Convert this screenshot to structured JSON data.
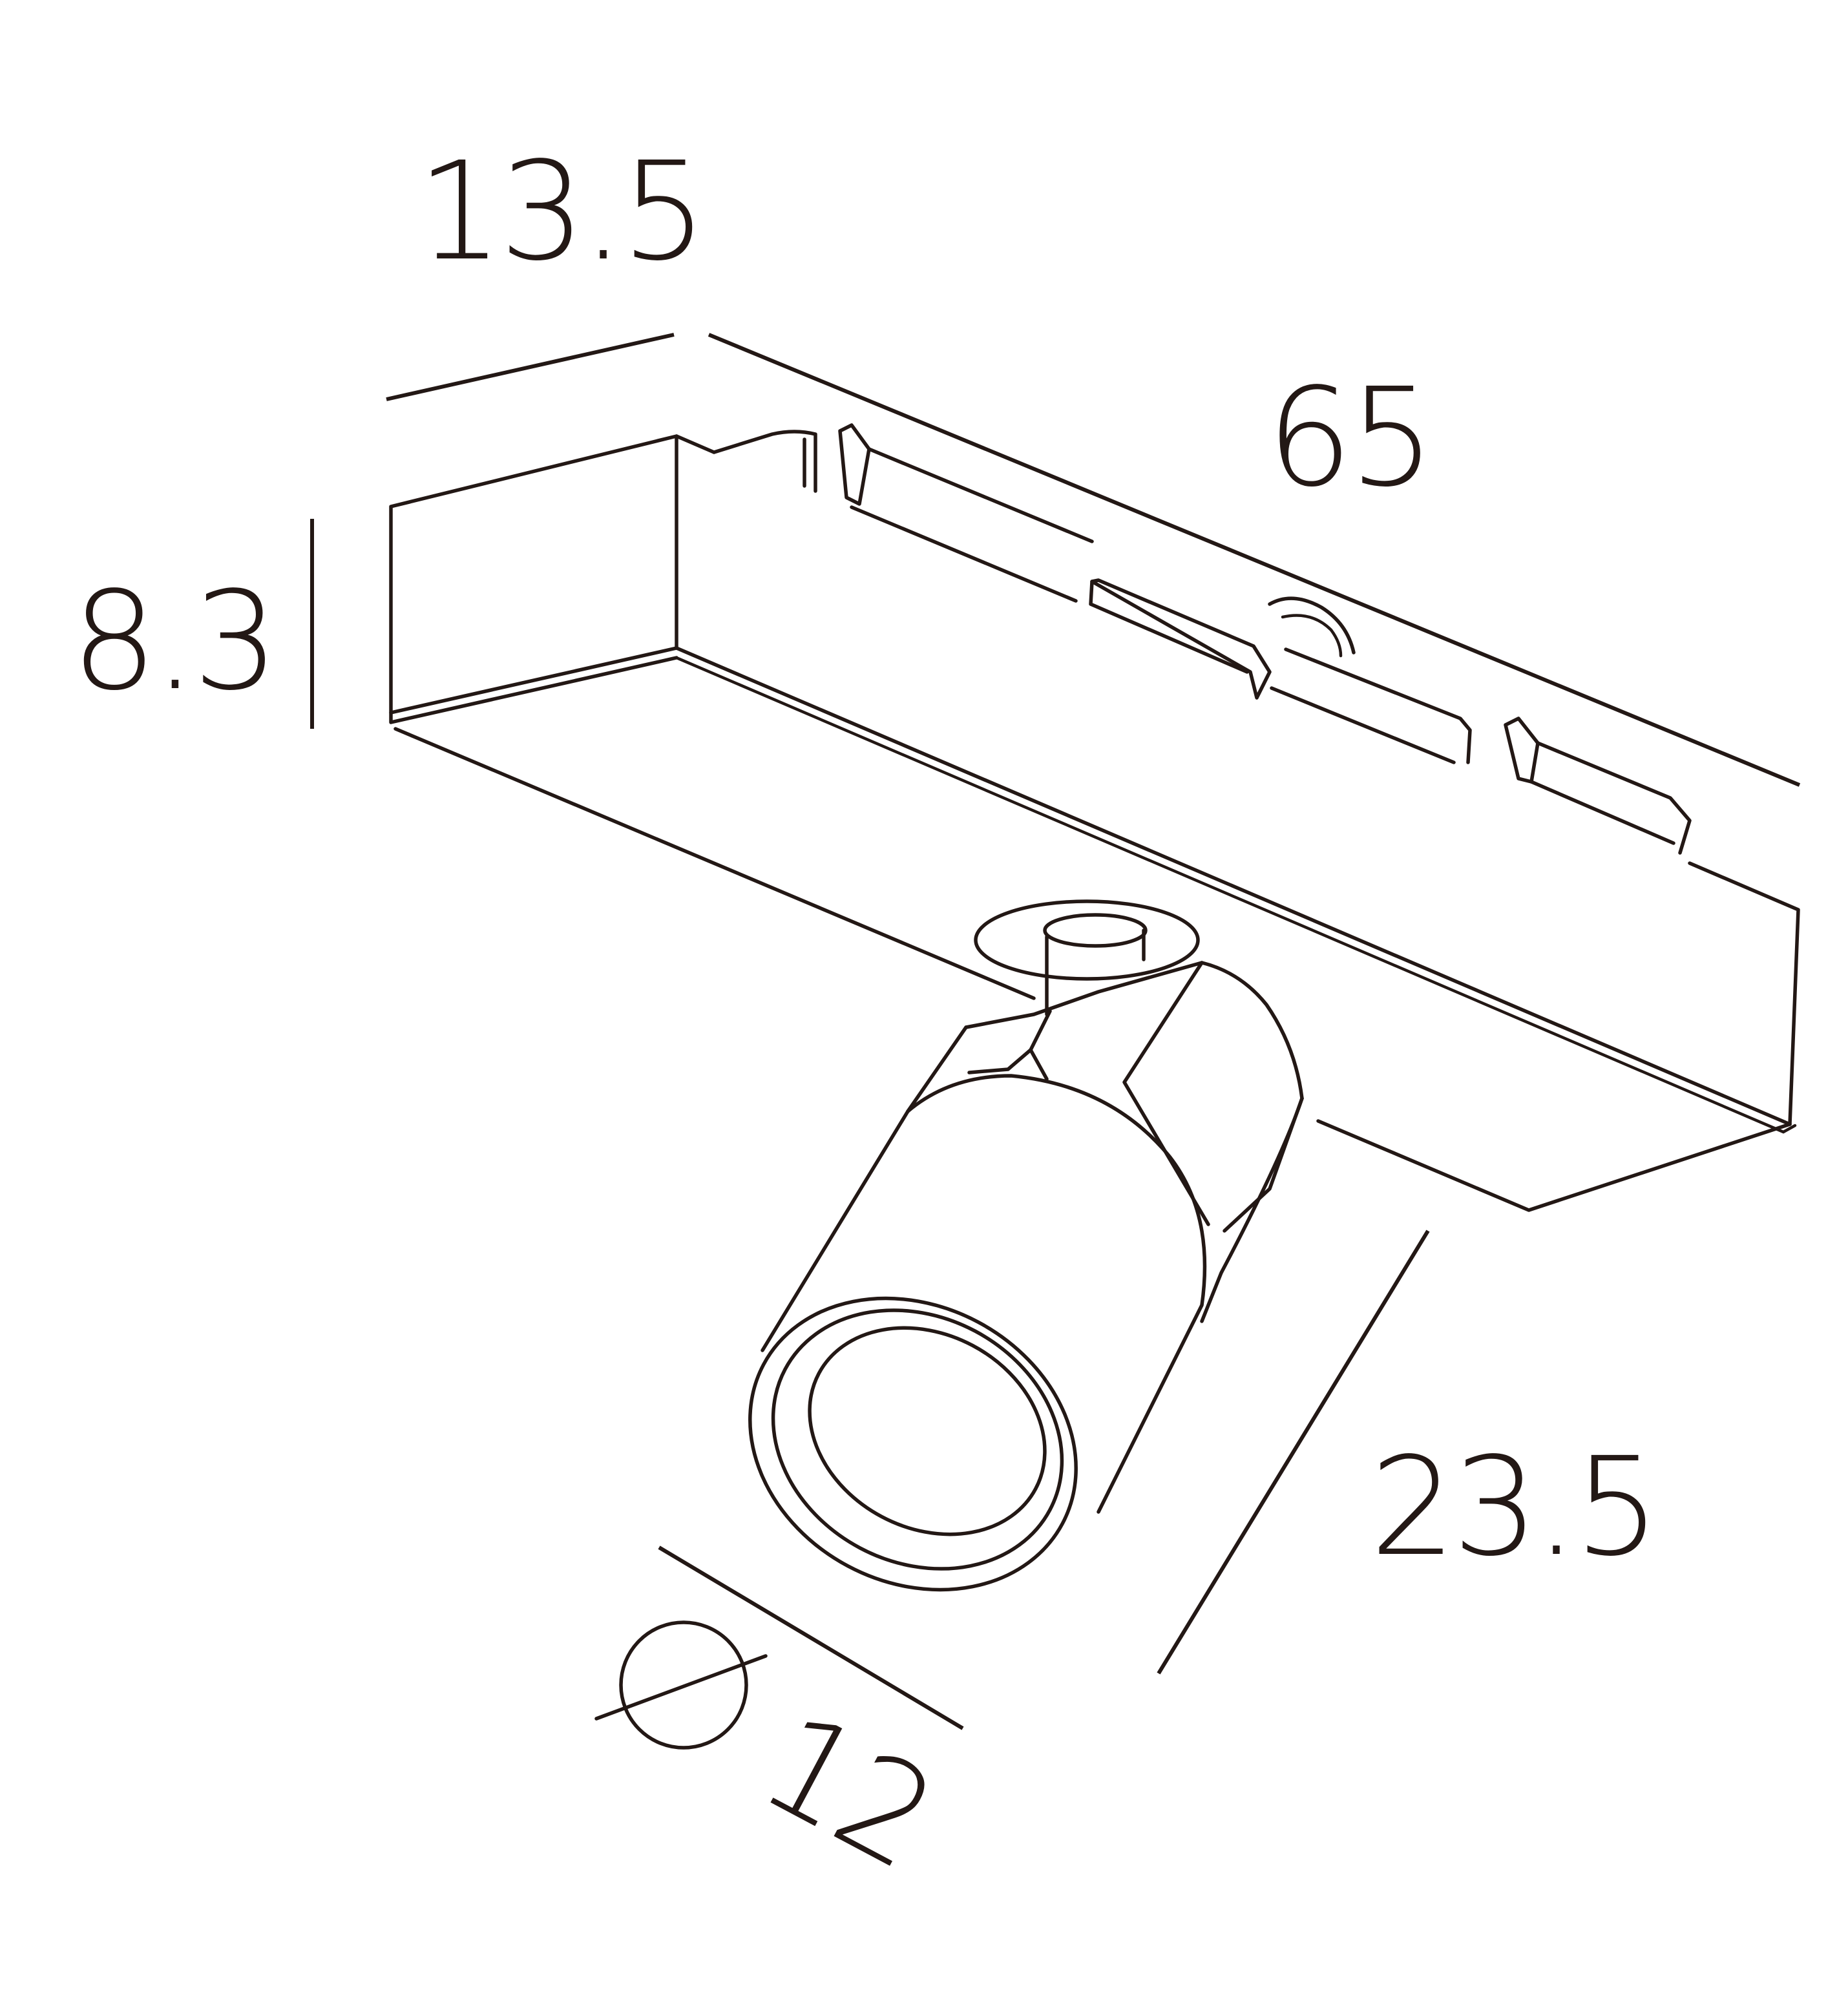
{
  "dimensions": {
    "width_top": "13.5",
    "length": "65",
    "height": "8.3",
    "projection": "23.5",
    "diameter": "12"
  },
  "symbols": {
    "diameter_symbol": "diameter-icon"
  },
  "colors": {
    "line": "#231815",
    "background": "#ffffff"
  }
}
